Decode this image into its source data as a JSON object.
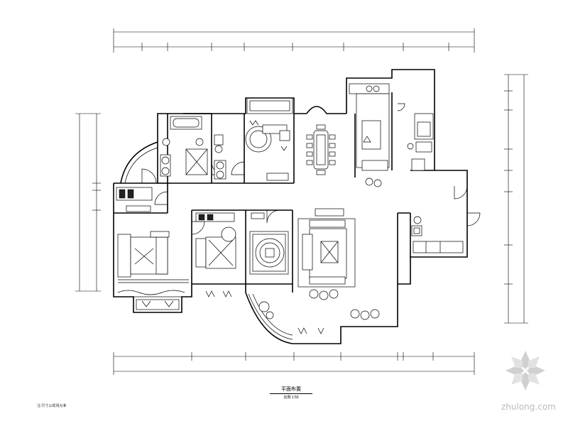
{
  "drawing": {
    "title": "平面布置",
    "scale": "比例 1:50",
    "note": "注:尺寸以现场为准"
  },
  "watermark": {
    "text": "zhulong.com",
    "icon": "flower-logo-icon",
    "color": "#bbbbbb"
  }
}
